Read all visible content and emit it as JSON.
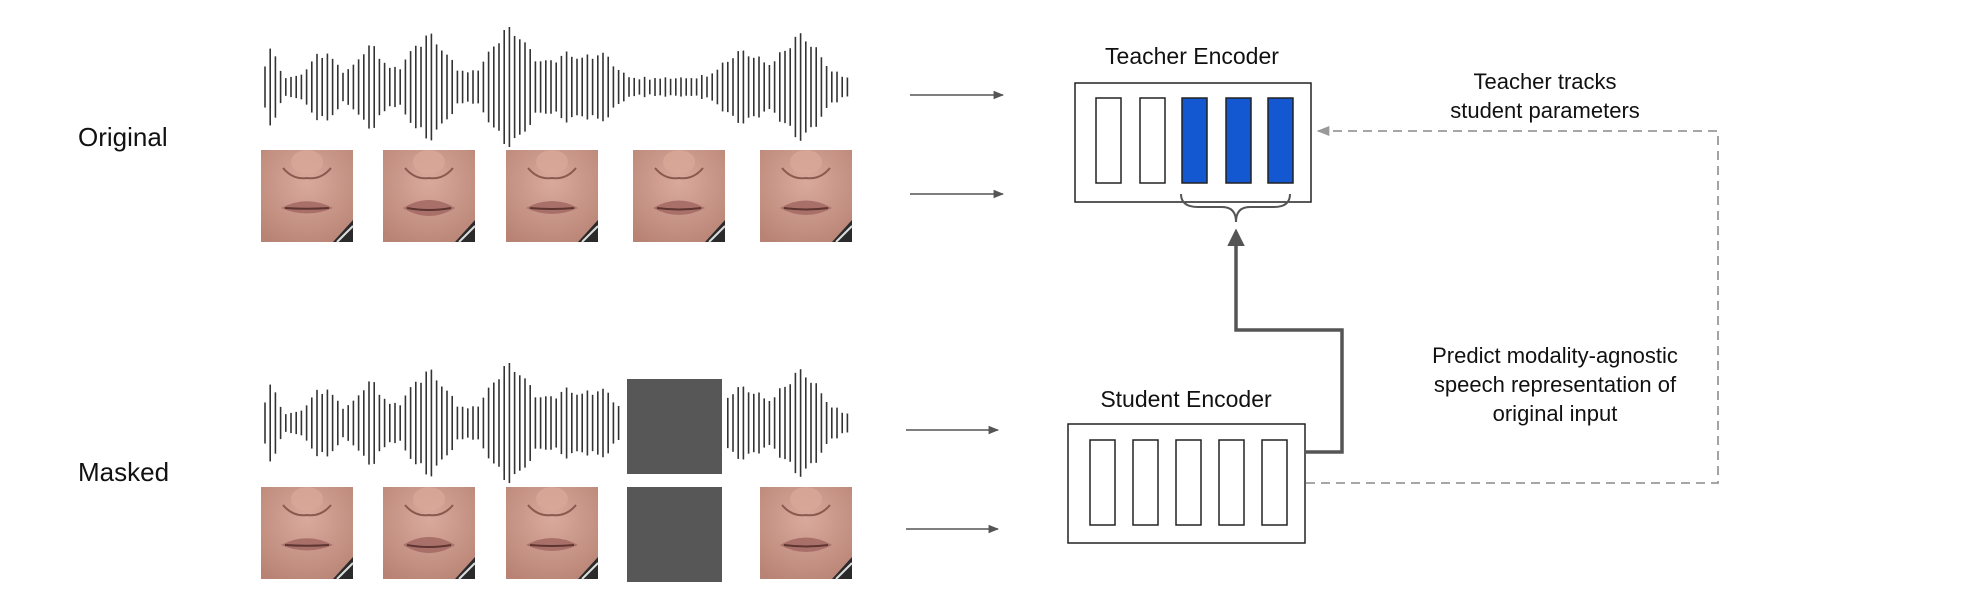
{
  "rows": {
    "original_label": "Original",
    "masked_label": "Masked"
  },
  "teacher": {
    "title": "Teacher Encoder",
    "active_blocks": [
      false,
      false,
      true,
      true,
      true
    ],
    "note_lines": [
      "Teacher tracks",
      "student parameters"
    ]
  },
  "student": {
    "title": "Student Encoder",
    "note_lines": [
      "Predict modality-agnostic",
      "speech representation of",
      "original input"
    ]
  },
  "inputs": {
    "frames": 5,
    "masked_frame_index": 3
  },
  "colors": {
    "active_block": "#1357d1",
    "mask": "#575757",
    "line": "#555555",
    "dashed": "#999999",
    "skin": "#c9978a",
    "lips": "#a9706a"
  }
}
